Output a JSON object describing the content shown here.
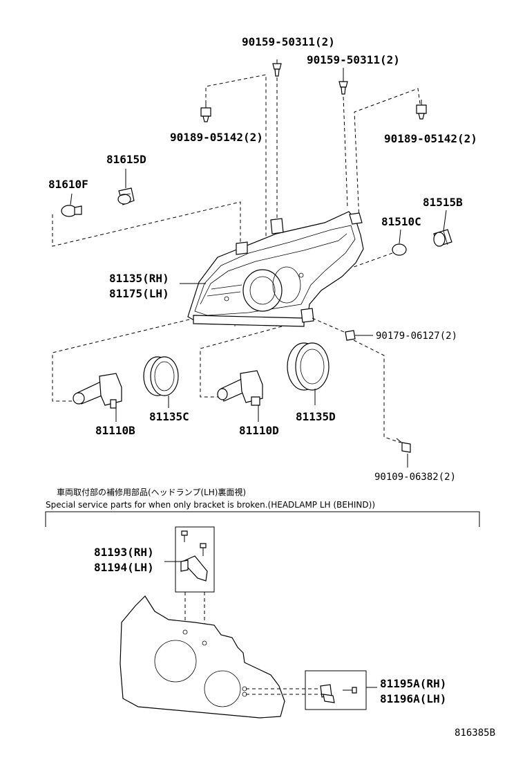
{
  "parts": {
    "screw_top_left": "90159-50311(2)",
    "screw_top_right": "90159-50311(2)",
    "clip_left": "90189-05142(2)",
    "clip_right": "90189-05142(2)",
    "socket_81615d": "81615D",
    "bulb_81610f": "81610F",
    "socket_81515b": "81515B",
    "bulb_81510c": "81510C",
    "headlamp_rh": "81135(RH)",
    "headlamp_lh": "81175(LH)",
    "nut_90179": "90179-06127(2)",
    "bulb_81110b": "81110B",
    "cover_81135c": "81135C",
    "bulb_81110d": "81110D",
    "cover_81135d": "81135D",
    "bolt_90109": "90109-06382(2)",
    "bracket_rh": "81193(RH)",
    "bracket_lh": "81194(LH)",
    "bracket2_rh": "81195A(RH)",
    "bracket2_lh": "81196A(LH)"
  },
  "notes": {
    "japanese": "車両取付部の補修用部品(ヘッドランプ(LH)裏面視)",
    "english": "Special service parts for when only bracket is broken.(HEADLAMP LH (BEHIND))"
  },
  "diagram_id": "816385B"
}
